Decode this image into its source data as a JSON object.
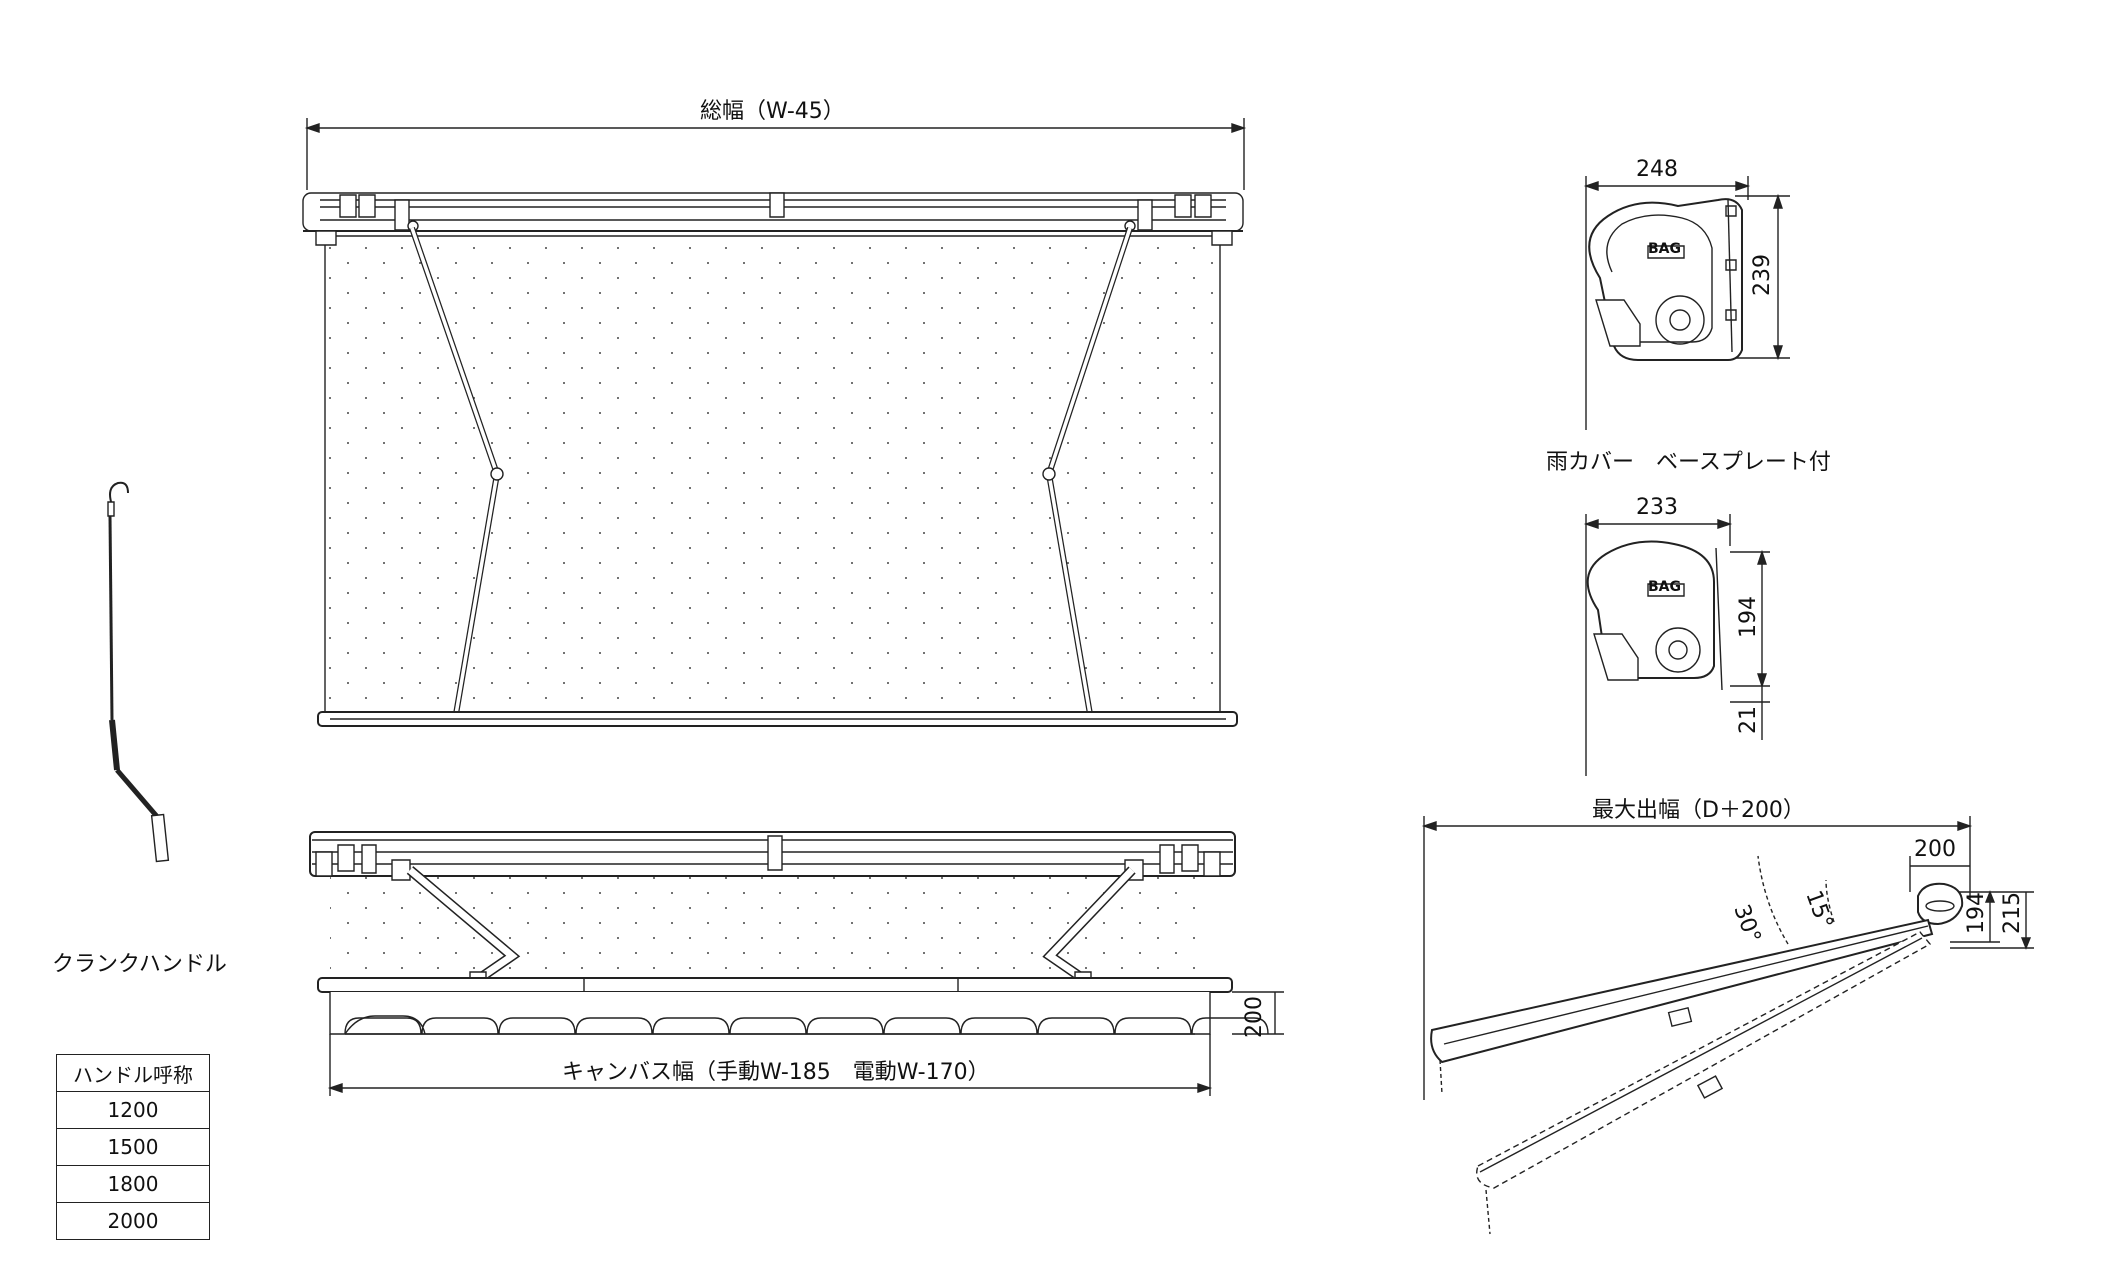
{
  "labels": {
    "total_width": "総幅（W-45）",
    "canvas_width": "キャンバス幅（手動W-185　電動W-170）",
    "crank_handle": "クランクハンドル",
    "rain_cover": "雨カバー　ベースプレート付",
    "max_projection": "最大出幅（D＋200）"
  },
  "dimensions": {
    "box1_width": "248",
    "box1_height": "239",
    "box2_width": "233",
    "box2_height": "194",
    "box2_bottom": "21",
    "valance": "200",
    "side_top": "200",
    "side_h1": "194",
    "side_h2": "215",
    "angle_30": "30°",
    "angle_15": "15°"
  },
  "handle_table": {
    "header": "ハンドル呼称",
    "rows": [
      "1200",
      "1500",
      "1800",
      "2000"
    ]
  },
  "logo_text": "BAG"
}
